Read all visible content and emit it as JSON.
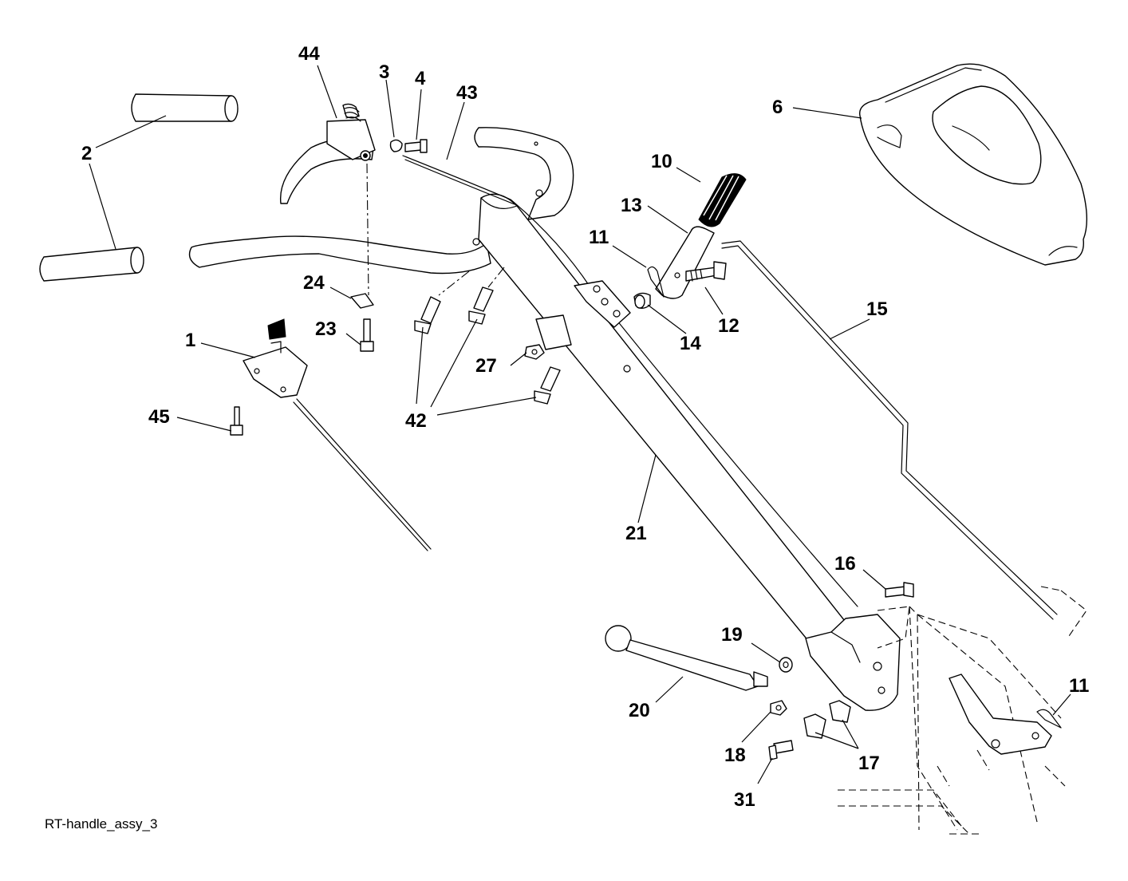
{
  "diagram": {
    "caption": "RT-handle_assy_3",
    "callouts": {
      "c1": "1",
      "c2": "2",
      "c3": "3",
      "c4": "4",
      "c6": "6",
      "c10": "10",
      "c11a": "11",
      "c11b": "11",
      "c12": "12",
      "c13": "13",
      "c14": "14",
      "c15": "15",
      "c16": "16",
      "c17": "17",
      "c18": "18",
      "c19": "19",
      "c20": "20",
      "c21": "21",
      "c23": "23",
      "c24": "24",
      "c27": "27",
      "c31": "31",
      "c42": "42",
      "c43": "43",
      "c44": "44",
      "c45": "45"
    }
  }
}
